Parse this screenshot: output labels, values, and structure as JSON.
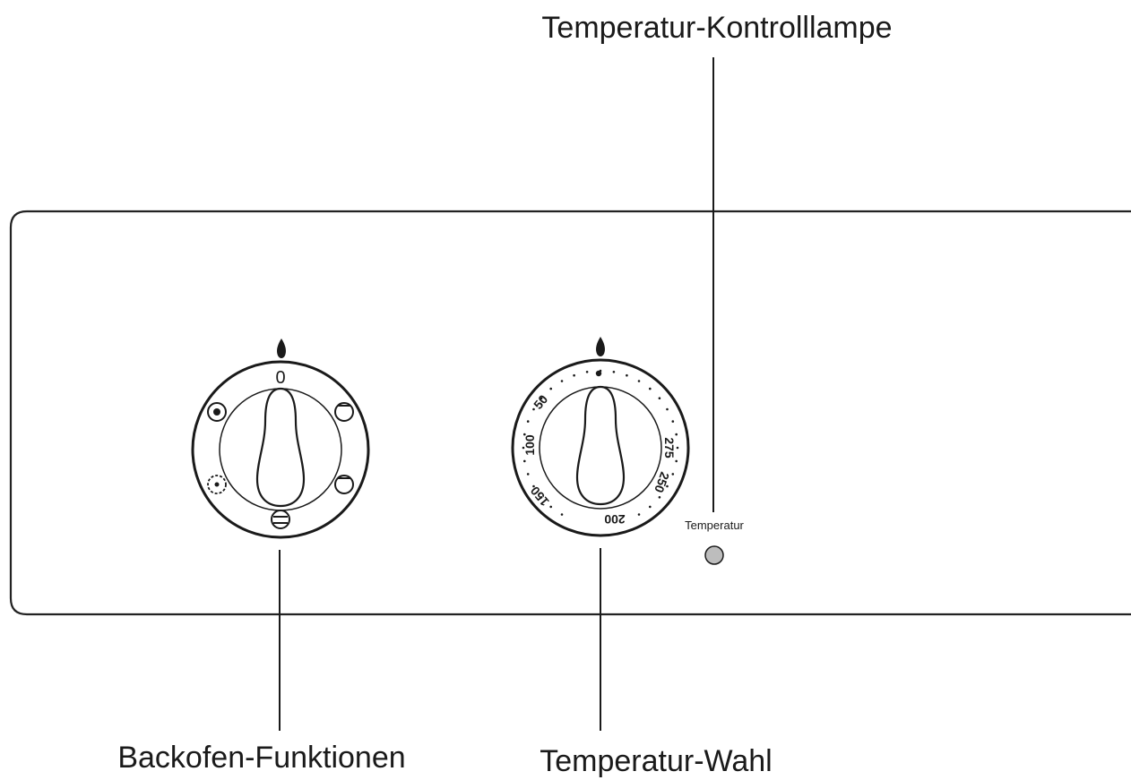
{
  "labels": {
    "top_callout": "Temperatur-Kontrolllampe",
    "bottom_left_callout": "Backofen-Funktionen",
    "bottom_center_callout": "Temperatur-Wahl",
    "lamp_label": "Temperatur"
  },
  "function_knob": {
    "zero_mark": "0",
    "symbols": [
      "fan-circle-symbol",
      "bottom-heat-symbol",
      "top-bottom-heat-symbol",
      "top-heat-symbol",
      "grill-symbol"
    ]
  },
  "temperature_knob": {
    "scale": [
      "50",
      "100",
      "150",
      "200",
      "250",
      "275"
    ]
  },
  "colors": {
    "line": "#1a1a1a",
    "lamp_fill": "#bdbdbd",
    "panel_stroke": "#222222"
  }
}
